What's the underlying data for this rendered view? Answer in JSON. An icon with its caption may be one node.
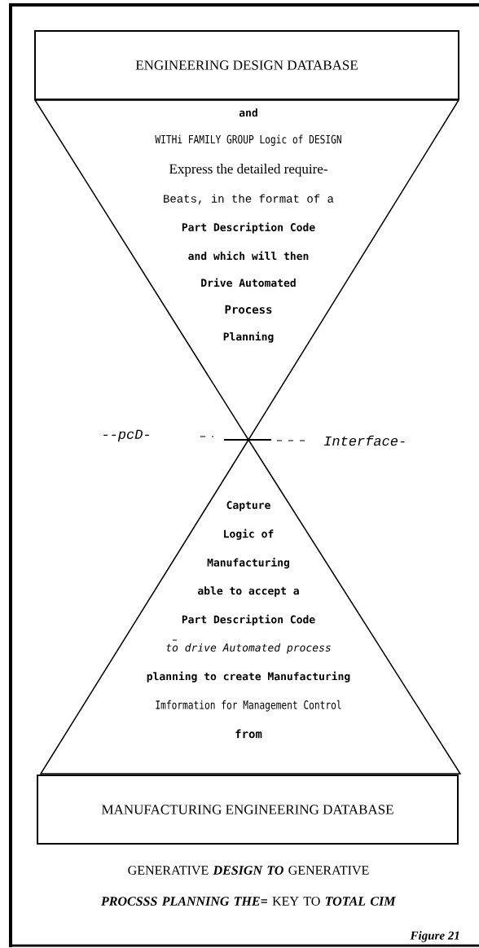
{
  "diagram": {
    "caption": "GENERATIVE *DESIGN TO* GENERATIVE *PROCSSS* *PLANNING THE=* KEY TO *TOTAL CIM*",
    "nodes": [
      {
        "text": [
          "ENGINEERING DESIGN DATABASE"
        ]
      },
      {
        "text": [
          "and",
          "WITHi FAMILY GROUP Logic of DESIGN",
          "Express the detailed require-",
          "Beats, in the format of a",
          "Part Description Code",
          "and which will then",
          "Drive Automated",
          "Process",
          "Planning"
        ]
      },
      {
        "text": [
          "Capture",
          "Logic of",
          "Manufacturing",
          "able to accept a",
          "Part Description Code",
          "to drive Automated process",
          "planning to create Manufacturing",
          "Imformation for Management Control",
          "from"
        ]
      },
      {
        "text": [
          "MANUFACTURING ENGINEERING DATABASE"
        ]
      }
    ],
    "labels": [
      "--pcD-",
      "Interface-",
      "Figure 21"
    ]
  }
}
